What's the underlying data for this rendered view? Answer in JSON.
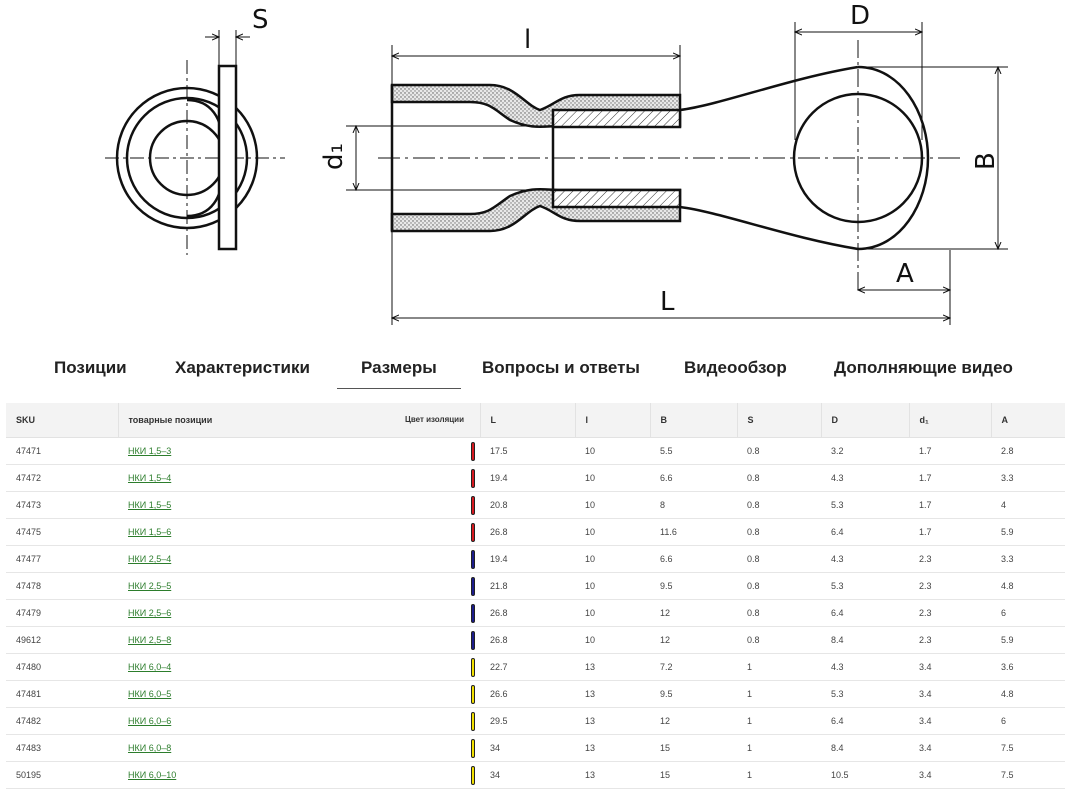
{
  "drawing": {
    "labels": {
      "S": "S",
      "l": "l",
      "D": "D",
      "d1": "d₁",
      "B": "B",
      "A": "A",
      "L": "L"
    }
  },
  "tabs": [
    {
      "label": "Позиции"
    },
    {
      "label": "Характеристики"
    },
    {
      "label": "Размеры",
      "active": true
    },
    {
      "label": "Вопросы и ответы"
    },
    {
      "label": "Видеообзор"
    },
    {
      "label": "Дополняющие видео"
    }
  ],
  "table": {
    "headers": {
      "sku": "SKU",
      "name": "товарные позиции",
      "color": "Цвет изоляции",
      "L": "L",
      "l": "l",
      "B": "B",
      "S": "S",
      "D": "D",
      "d1": "d₁",
      "A": "A"
    },
    "colors": {
      "red": "#d71920",
      "blue": "#1c1c8c",
      "yellow": "#f2e000"
    },
    "rows": [
      {
        "sku": "47471",
        "name": "НКИ 1,5–3",
        "color": "red",
        "L": "17.5",
        "l": "10",
        "B": "5.5",
        "S": "0.8",
        "D": "3.2",
        "d1": "1.7",
        "A": "2.8"
      },
      {
        "sku": "47472",
        "name": "НКИ 1,5–4",
        "color": "red",
        "L": "19.4",
        "l": "10",
        "B": "6.6",
        "S": "0.8",
        "D": "4.3",
        "d1": "1.7",
        "A": "3.3"
      },
      {
        "sku": "47473",
        "name": "НКИ 1,5–5",
        "color": "red",
        "L": "20.8",
        "l": "10",
        "B": "8",
        "S": "0.8",
        "D": "5.3",
        "d1": "1.7",
        "A": "4"
      },
      {
        "sku": "47475",
        "name": "НКИ 1,5–6",
        "color": "red",
        "L": "26.8",
        "l": "10",
        "B": "11.6",
        "S": "0.8",
        "D": "6.4",
        "d1": "1.7",
        "A": "5.9"
      },
      {
        "sku": "47477",
        "name": "НКИ 2,5–4",
        "color": "blue",
        "L": "19.4",
        "l": "10",
        "B": "6.6",
        "S": "0.8",
        "D": "4.3",
        "d1": "2.3",
        "A": "3.3"
      },
      {
        "sku": "47478",
        "name": "НКИ 2,5–5",
        "color": "blue",
        "L": "21.8",
        "l": "10",
        "B": "9.5",
        "S": "0.8",
        "D": "5.3",
        "d1": "2.3",
        "A": "4.8"
      },
      {
        "sku": "47479",
        "name": "НКИ 2,5–6",
        "color": "blue",
        "L": "26.8",
        "l": "10",
        "B": "12",
        "S": "0.8",
        "D": "6.4",
        "d1": "2.3",
        "A": "6"
      },
      {
        "sku": "49612",
        "name": "НКИ 2,5–8",
        "color": "blue",
        "L": "26.8",
        "l": "10",
        "B": "12",
        "S": "0.8",
        "D": "8.4",
        "d1": "2.3",
        "A": "5.9"
      },
      {
        "sku": "47480",
        "name": "НКИ 6,0–4",
        "color": "yellow",
        "L": "22.7",
        "l": "13",
        "B": "7.2",
        "S": "1",
        "D": "4.3",
        "d1": "3.4",
        "A": "3.6"
      },
      {
        "sku": "47481",
        "name": "НКИ 6,0–5",
        "color": "yellow",
        "L": "26.6",
        "l": "13",
        "B": "9.5",
        "S": "1",
        "D": "5.3",
        "d1": "3.4",
        "A": "4.8"
      },
      {
        "sku": "47482",
        "name": "НКИ 6,0–6",
        "color": "yellow",
        "L": "29.5",
        "l": "13",
        "B": "12",
        "S": "1",
        "D": "6.4",
        "d1": "3.4",
        "A": "6"
      },
      {
        "sku": "47483",
        "name": "НКИ 6,0–8",
        "color": "yellow",
        "L": "34",
        "l": "13",
        "B": "15",
        "S": "1",
        "D": "8.4",
        "d1": "3.4",
        "A": "7.5"
      },
      {
        "sku": "50195",
        "name": "НКИ 6,0–10",
        "color": "yellow",
        "L": "34",
        "l": "13",
        "B": "15",
        "S": "1",
        "D": "10.5",
        "d1": "3.4",
        "A": "7.5"
      }
    ]
  }
}
